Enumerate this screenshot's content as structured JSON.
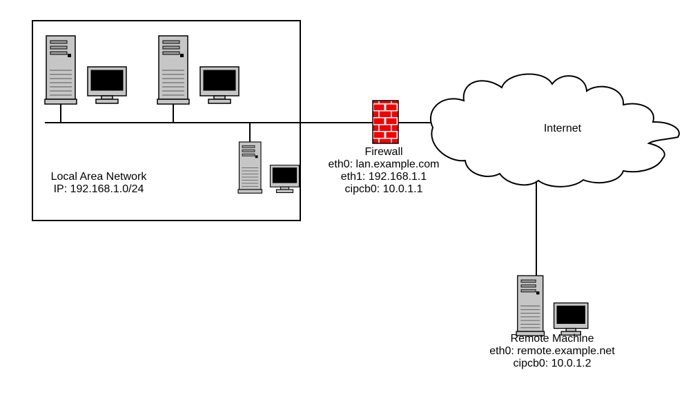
{
  "lan": {
    "title": "Local Area Network",
    "ip": "IP: 192.168.1.0/24"
  },
  "firewall": {
    "title": "Firewall",
    "eth0": "eth0: lan.example.com",
    "eth1": "eth1: 192.168.1.1",
    "cipcb0": "cipcb0: 10.0.1.1"
  },
  "internet": {
    "label": "Internet"
  },
  "remote": {
    "title": "Remote Machine",
    "eth0": "eth0: remote.example.net",
    "cipcb0": "cipcb0: 10.0.1.2"
  },
  "colors": {
    "background": "#ffffff",
    "line": "#000000",
    "computer_gray": "#c6c6c6",
    "slot_gray": "#9e9e9e",
    "vent_gray": "#555555",
    "screen_black": "#000000",
    "firewall_brick": "#f20000",
    "mortar_white": "#ffffff"
  }
}
